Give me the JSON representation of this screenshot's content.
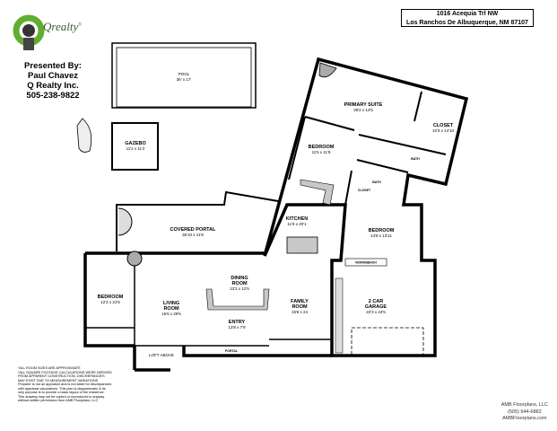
{
  "branding": {
    "logo_text": "Qrealty",
    "registered_mark": "®"
  },
  "presenter": {
    "line1": "Presented By:",
    "name": "Paul Chavez",
    "company": "Q Realty Inc.",
    "phone": "505-238-9822"
  },
  "address": {
    "street": "1016 Acequia Trl NW",
    "city": "Los Ranchos De Albuquerque, NM 87107"
  },
  "rooms": {
    "pool": {
      "name": "POOL",
      "size": "36' x 17'"
    },
    "gazebo": {
      "name": "GAZEBO",
      "size": "11'2 x 11'2"
    },
    "covered_portal": {
      "name": "COVERED PORTAL",
      "size": "36'10 x 11'8"
    },
    "primary_suite": {
      "name": "PRIMARY SUITE",
      "size": "28'2 x 14'5"
    },
    "closet_primary": {
      "name": "CLOSET",
      "size": "10'3 x 14'10"
    },
    "bedroom_upper": {
      "name": "BEDROOM",
      "size": "11'6 x 11'9"
    },
    "bath_primary": {
      "name": "BATH"
    },
    "bath_hall": {
      "name": "BATH"
    },
    "closet_hall": {
      "name": "CLOSET"
    },
    "kitchen": {
      "name": "KITCHEN",
      "size": "11'8 x 20'1"
    },
    "bedroom_right": {
      "name": "BEDROOM",
      "size": "14'9 x 13'11"
    },
    "dining": {
      "name1": "DINING",
      "name2": "ROOM",
      "size": "13'2 x 12'5"
    },
    "bedroom_left": {
      "name": "BEDROOM",
      "size": "12'2 x 21'5"
    },
    "living": {
      "name1": "LIVING",
      "name2": "ROOM",
      "size": "16'6 x 29'5"
    },
    "family": {
      "name1": "FAMILY",
      "name2": "ROOM",
      "size": "15'6 x 24"
    },
    "garage": {
      "name1": "2 CAR",
      "name2": "GARAGE",
      "size": "22'3 x 24'5"
    },
    "entry": {
      "name": "ENTRY",
      "size": "13'8 x 7'9"
    },
    "loft": {
      "name": "LOFT ABOVE"
    },
    "portal": {
      "name": "PORTAL"
    },
    "workbench": {
      "name": "WORKBENCH"
    }
  },
  "disclaimer": {
    "l1": "*ALL ROOM SIZES ARE APPROXIMATE",
    "l2": "*ALL SQUARE FOOTAGE CALCULATIONS WERE DERIVED FROM APPARENT CONSTRUCTION. DISCREPANCIES MAY EXIST DUE TO MEASUREMENT VARIATIONS",
    "l3": "Preparer is not an appraiser and is not liable for discrepancies with appraisal calculations. This plan is diagrammatic & its only purpose is to provide a basic layout of the residence.",
    "l4": "This drawing may not be copied or reproduced in anyway without written permission from AMB Floorplans, LLC"
  },
  "credit": {
    "company": "AMB Floorplans, LLC",
    "phone": "(505) 944-6882",
    "website": "AMBFloorplans.com"
  },
  "colors": {
    "logo_green": "#5fae2e",
    "wall": "#000000",
    "fixture_gray": "#c8c8c8"
  }
}
